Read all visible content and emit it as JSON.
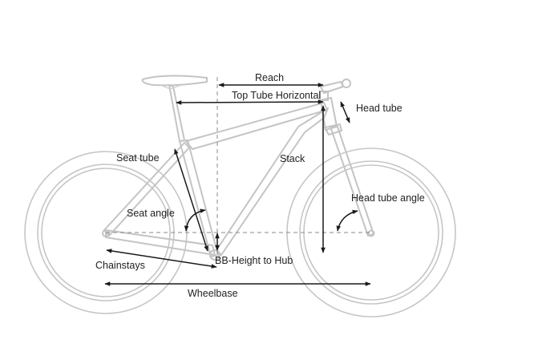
{
  "diagram": {
    "labels": {
      "reach": "Reach",
      "top_tube": "Top Tube Horizontal",
      "head_tube": "Head tube",
      "seat_tube": "Seat tube",
      "stack": "Stack",
      "head_tube_angle": "Head tube angle",
      "seat_angle": "Seat angle",
      "bb_height": "BB-Height to Hub",
      "chainstays": "Chainstays",
      "wheelbase": "Wheelbase"
    },
    "colors": {
      "bike_outline": "#c4c4c4",
      "dimension_lines": "#1a1a1a",
      "guide_lines": "#8a8a8a",
      "text": "#222222"
    }
  }
}
